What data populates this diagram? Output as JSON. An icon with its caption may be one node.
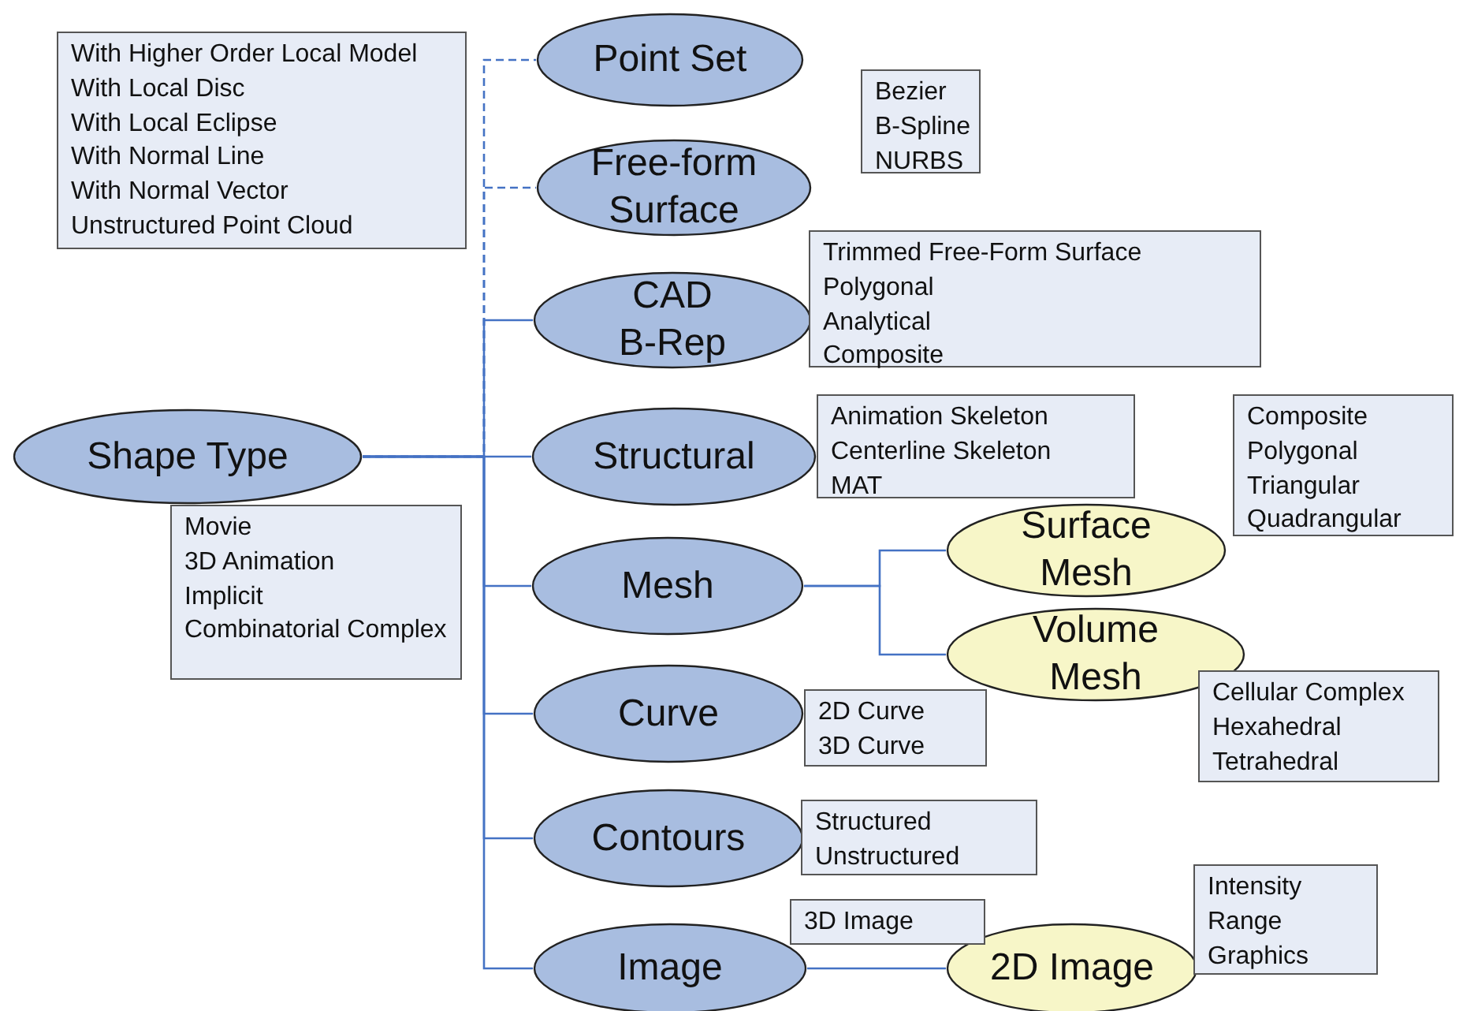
{
  "diagram": {
    "nodes": [
      {
        "text": [
          "With Higher Order Local Model",
          "With Local Disc",
          "With Local Eclipse",
          "With Normal Line",
          "With Normal Vector",
          "Unstructured Point Cloud"
        ]
      },
      {
        "text": [
          "Point Set"
        ]
      },
      {
        "text": [
          "Bezier",
          "B-Spline",
          "NURBS"
        ]
      },
      {
        "text": [
          "Free-form Surface"
        ]
      },
      {
        "text": [
          "Trimmed Free-Form Surface",
          "Polygonal",
          "Analytical",
          "Composite"
        ]
      },
      {
        "text": [
          "CAD B-Rep"
        ]
      },
      {
        "text": [
          "Shape Type"
        ]
      },
      {
        "text": [
          "Animation Skeleton",
          "Centerline Skeleton",
          "MAT"
        ]
      },
      {
        "text": [
          "Structural"
        ]
      },
      {
        "text": [
          "Composite",
          "Polygonal",
          "Triangular",
          "Quadrangular"
        ]
      },
      {
        "text": [
          "Surface Mesh"
        ]
      },
      {
        "text": [
          "Movie",
          "3D Animation",
          "Implicit",
          "Combinatorial Complex"
        ]
      },
      {
        "text": [
          "Mesh"
        ]
      },
      {
        "text": [
          "Volume Mesh"
        ]
      },
      {
        "text": [
          "Cellular Complex",
          "Hexahedral",
          "Tetrahedral"
        ]
      },
      {
        "text": [
          "Curve"
        ]
      },
      {
        "text": [
          "2D Curve",
          "3D Curve"
        ]
      },
      {
        "text": [
          "Contours"
        ]
      },
      {
        "text": [
          "Structured",
          "Unstructured"
        ]
      },
      {
        "text": [
          "3D Image"
        ]
      },
      {
        "text": [
          "Intensity",
          "Range",
          "Graphics"
        ]
      },
      {
        "text": [
          "Image"
        ]
      },
      {
        "text": [
          "2D Image"
        ]
      }
    ],
    "edges": [
      {
        "from": 6,
        "to": 1,
        "arrow": "none",
        "style": "dashed"
      },
      {
        "from": 6,
        "to": 3,
        "arrow": "none",
        "style": "dashed"
      },
      {
        "from": 6,
        "to": 5,
        "arrow": "none"
      },
      {
        "from": 6,
        "to": 8,
        "arrow": "none"
      },
      {
        "from": 6,
        "to": 12,
        "arrow": "none"
      },
      {
        "from": 6,
        "to": 15,
        "arrow": "none"
      },
      {
        "from": 6,
        "to": 17,
        "arrow": "none"
      },
      {
        "from": 6,
        "to": 21,
        "arrow": "none"
      },
      {
        "from": 12,
        "to": 10,
        "arrow": "none"
      },
      {
        "from": 12,
        "to": 13,
        "arrow": "none"
      },
      {
        "from": 21,
        "to": 22,
        "arrow": "none"
      }
    ]
  }
}
